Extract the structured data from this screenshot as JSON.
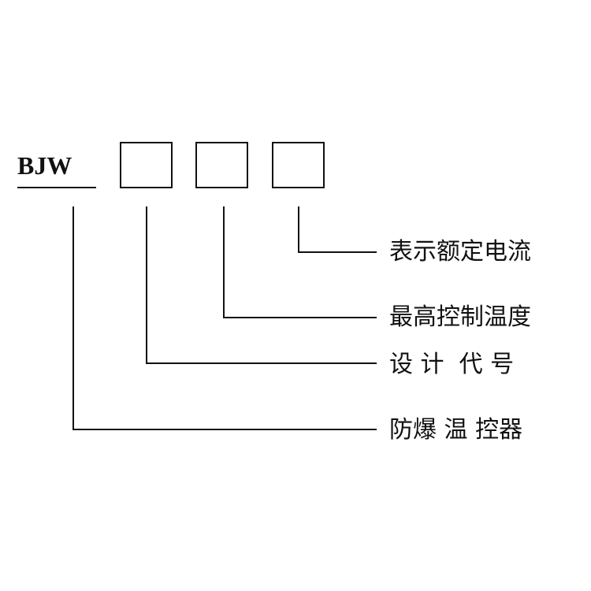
{
  "model_code": "BJW",
  "labels": {
    "rated_current": "表示额定电流",
    "max_temp": "最高控制温度",
    "design_code": "设 计  代 号",
    "product": "防爆 温 控器"
  }
}
